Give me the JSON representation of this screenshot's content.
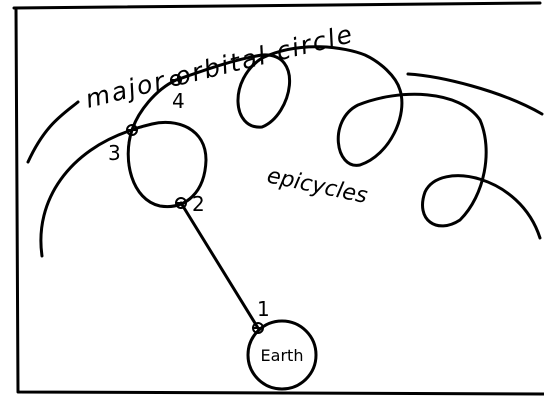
{
  "diagram": {
    "labels": {
      "major_orbital_circle": "major orbital circle",
      "epicycles": "epicycles",
      "earth": "Earth"
    },
    "points": [
      {
        "id": "1",
        "label": "1"
      },
      {
        "id": "2",
        "label": "2"
      },
      {
        "id": "3",
        "label": "3"
      },
      {
        "id": "4",
        "label": "4"
      }
    ],
    "colors": {
      "ink": "#000000",
      "background": "#ffffff"
    }
  }
}
